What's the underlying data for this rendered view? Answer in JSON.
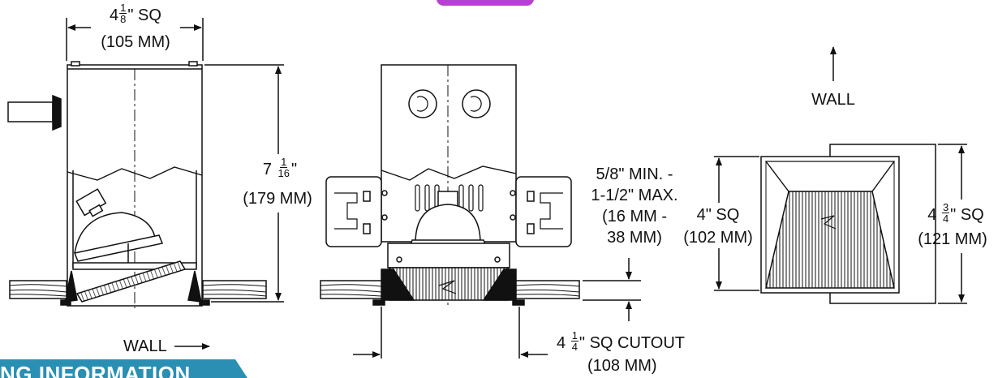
{
  "colors": {
    "line": "#111111",
    "banner": "#2a8fb3",
    "pill": "#b83fd1",
    "background": "#ffffff"
  },
  "side_view": {
    "width_whole": "4",
    "width_num": "1",
    "width_den": "8",
    "width_unit": "\" SQ",
    "width_mm": "(105 MM)",
    "height_whole": "7",
    "height_num": "1",
    "height_den": "16",
    "height_unit": "\"",
    "height_mm": "(179 MM)",
    "wall_label": "WALL"
  },
  "front_view": {
    "ceiling_line1": "5/8\" MIN. -",
    "ceiling_line2": "1-1/2\" MAX.",
    "ceiling_line3": "(16 MM -",
    "ceiling_line4": "38 MM)",
    "cutout_whole": "4",
    "cutout_num": "1",
    "cutout_den": "4",
    "cutout_unit": "\" SQ CUTOUT",
    "cutout_mm": "(108 MM)"
  },
  "top_view": {
    "wall_label": "WALL",
    "inner_size": "4\" SQ",
    "inner_mm": "(102 MM)",
    "outer_whole": "4",
    "outer_num": "3",
    "outer_den": "4",
    "outer_unit": "\" SQ",
    "outer_mm": "(121 MM)"
  },
  "banner": {
    "text": "NG INFORMATION"
  }
}
